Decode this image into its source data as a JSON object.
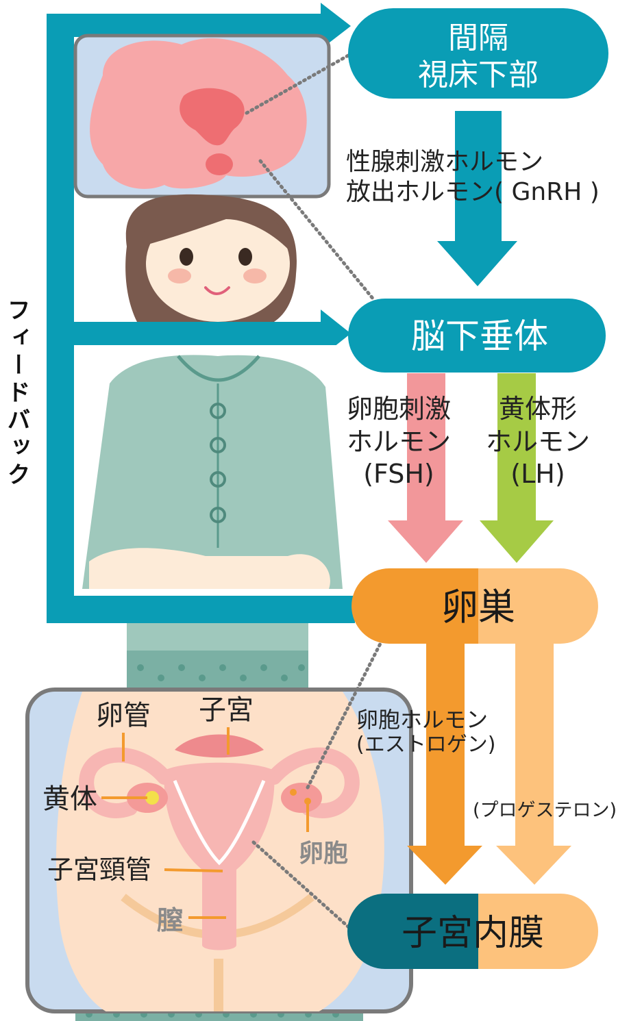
{
  "nodes": {
    "hypothalamus": {
      "line1": "間隔",
      "line2": "視床下部"
    },
    "pituitary": {
      "label": "脳下垂体"
    },
    "ovary": {
      "label": "卵巣"
    },
    "endometrium": {
      "label": "子宮内膜"
    }
  },
  "hormones": {
    "gnrh": {
      "line1": "性腺刺激ホルモン",
      "line2": "放出ホルモン( GnRH )"
    },
    "fsh": {
      "line1": "卵胞刺激",
      "line2": "ホルモン",
      "line3": "(FSH)"
    },
    "lh": {
      "line1": "黄体形",
      "line2": "ホルモン",
      "line3": "(LH)"
    },
    "estrogen": {
      "line1": "卵胞ホルモン",
      "line2": "(エストロゲン)"
    },
    "progesterone": {
      "label": "(プロゲステロン)"
    }
  },
  "feedback": {
    "label": "フィードバック"
  },
  "anatomy": {
    "oviduct": "卵管",
    "uterus": "子宮",
    "corpus_luteum": "黄体",
    "cervix": "子宮頸管",
    "follicle": "卵胞",
    "vagina": "膣"
  },
  "colors": {
    "teal": "#0a9db5",
    "dark_teal": "#0b6f80",
    "orange": "#f39a2e",
    "light_orange": "#fdc27c",
    "pink_arrow": "#f2979a",
    "green_arrow": "#a6cb45",
    "panel_blue": "#c9dbef"
  }
}
